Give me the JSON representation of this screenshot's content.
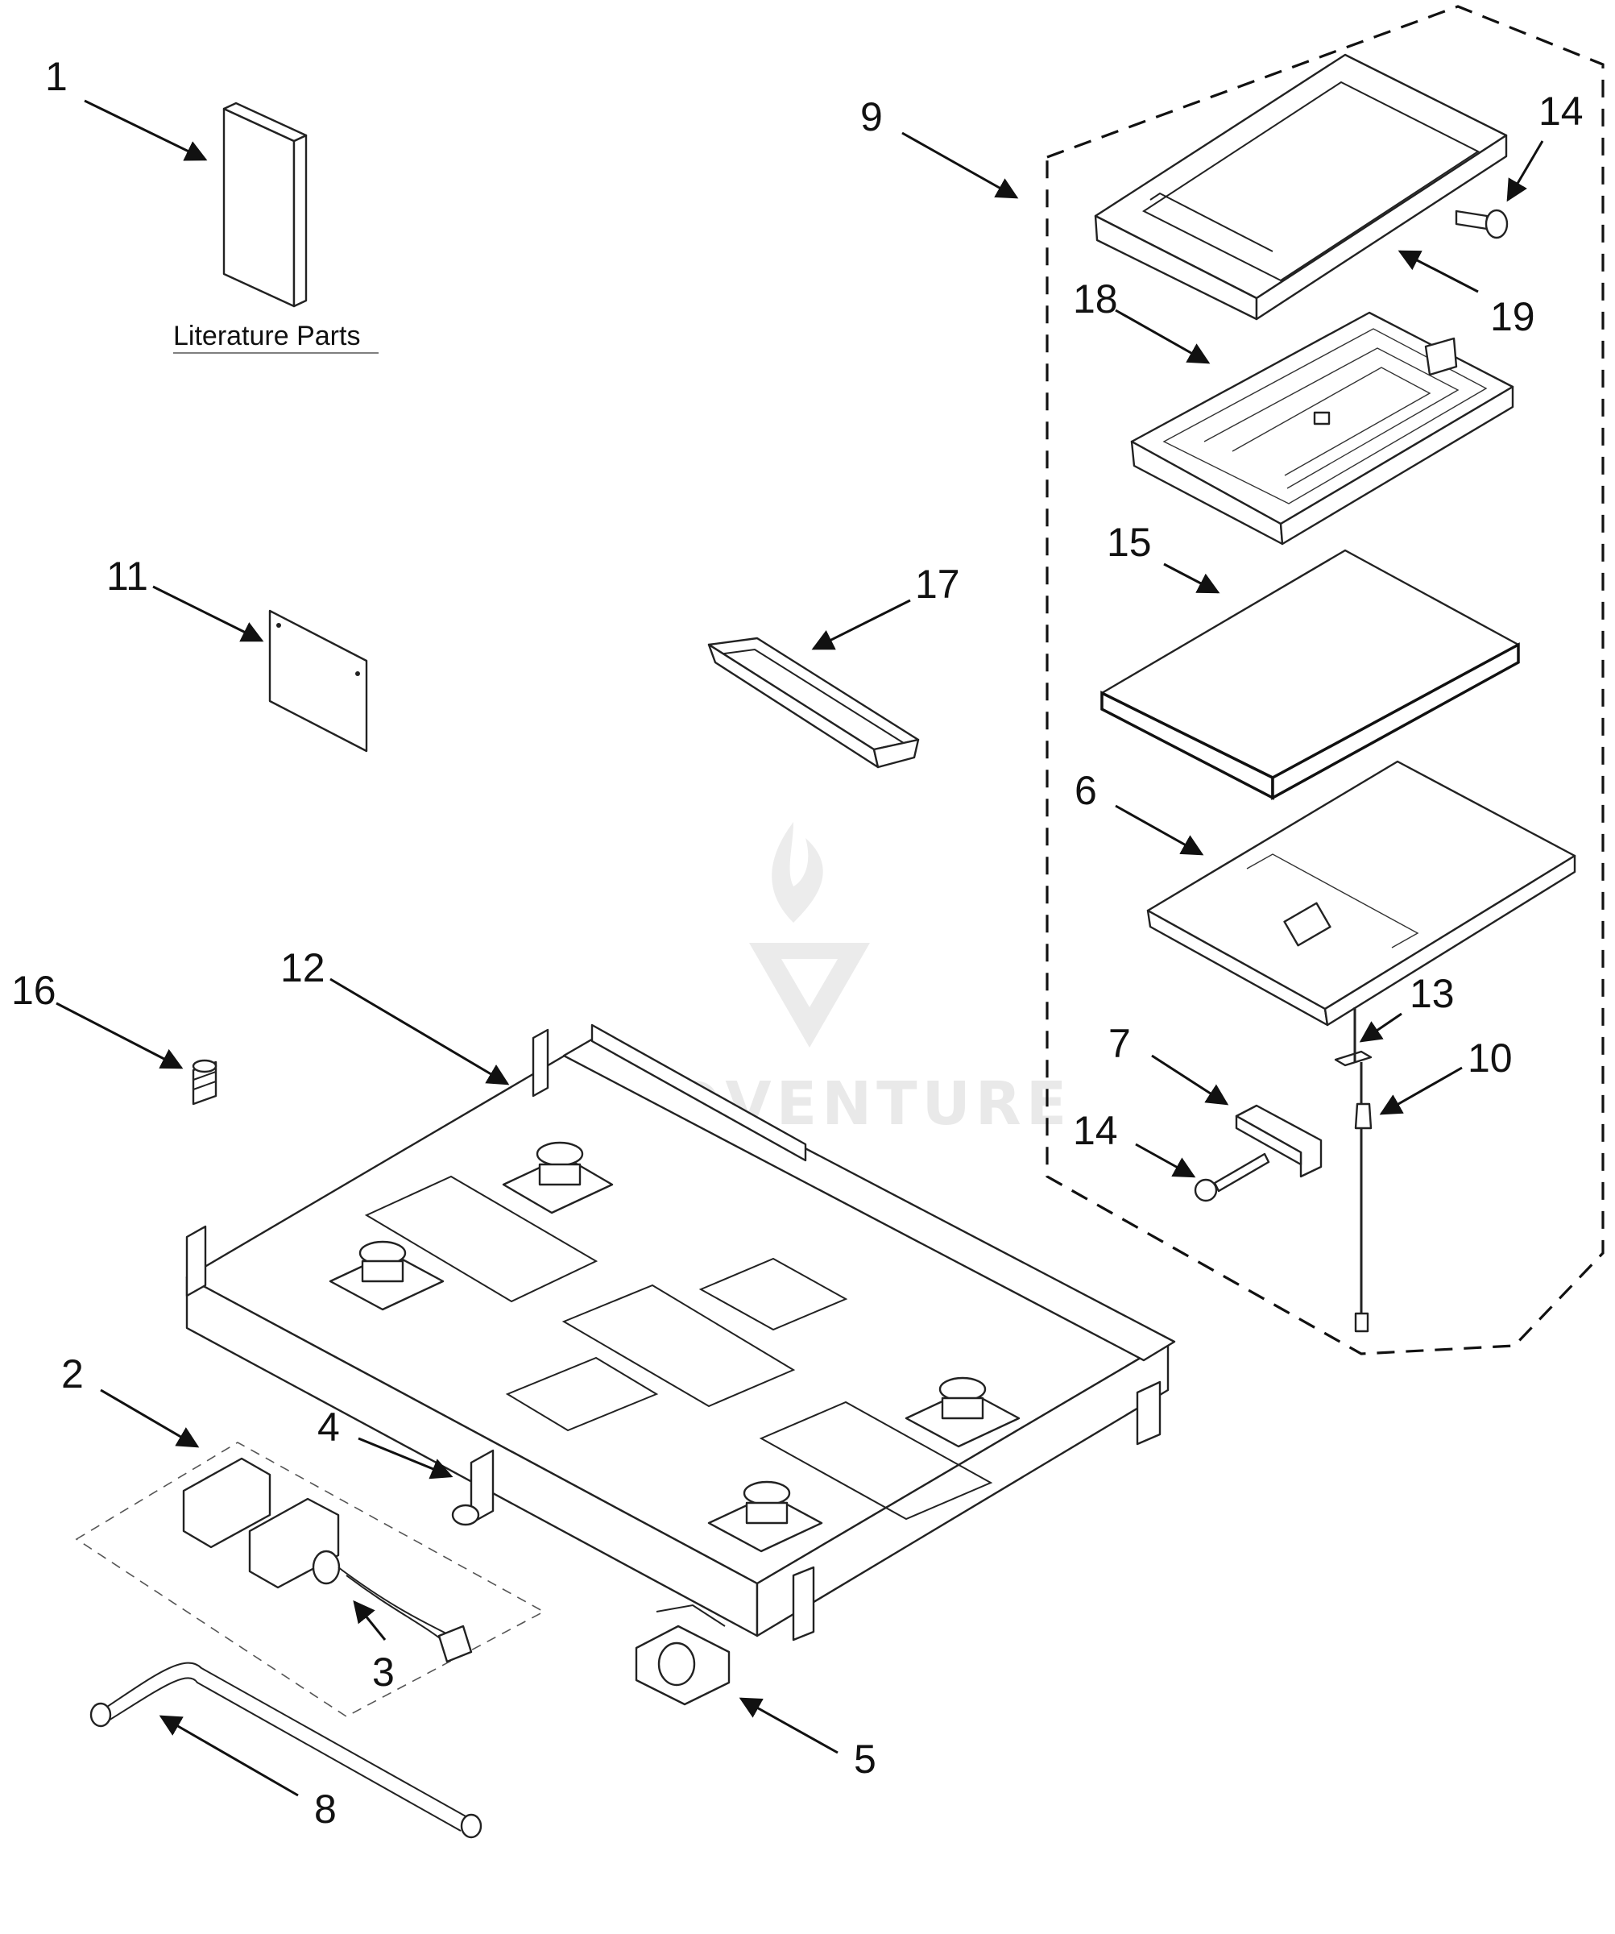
{
  "callouts": [
    "1",
    "2",
    "3",
    "4",
    "5",
    "6",
    "7",
    "8",
    "9",
    "10",
    "11",
    "12",
    "13",
    "14",
    "14",
    "15",
    "16",
    "17",
    "18",
    "19"
  ],
  "literature_caption": "Literature Parts",
  "watermark": "LEADVENTURE"
}
